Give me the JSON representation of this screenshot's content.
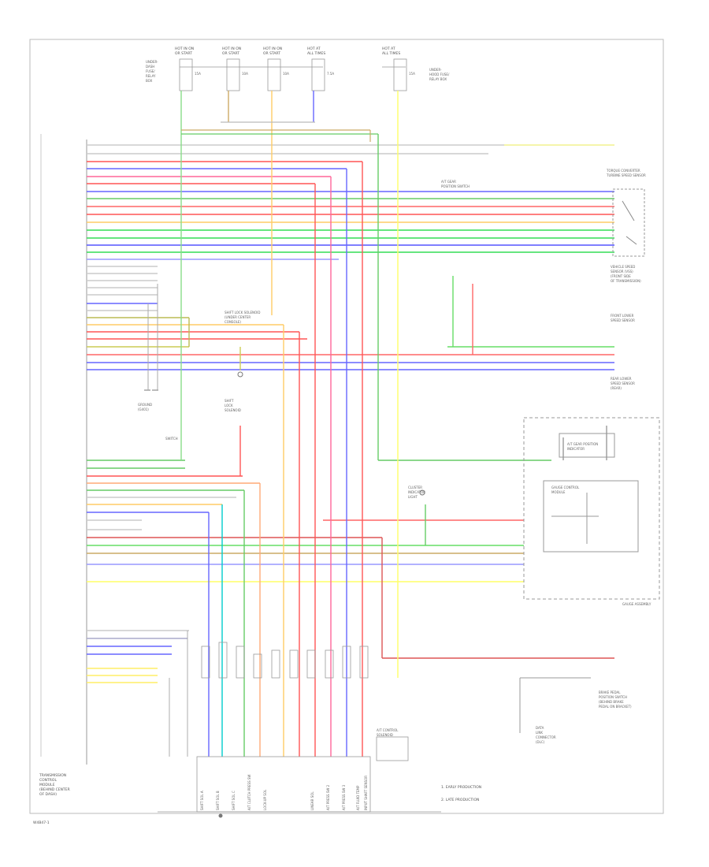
{
  "diagram": {
    "figure_id": "W4B47-1",
    "module_label": [
      "TRANSMISSION",
      "CONTROL",
      "MODULE",
      "(BEHIND CENTER",
      "OF DASH)"
    ],
    "top_fuses": [
      [
        "HOT IN ON",
        "OR START"
      ],
      [
        "HOT IN ON",
        "OR START"
      ],
      [
        "HOT IN ON",
        "OR START"
      ],
      [
        "HOT AT",
        "ALL TIMES"
      ],
      [
        "HOT AT",
        "ALL TIMES"
      ]
    ],
    "top_fuse_values": [
      "15A",
      "10A",
      "10A",
      "7.5A",
      "15A"
    ],
    "top_left_note": [
      "UNDER-",
      "DASH",
      "FUSE/",
      "RELAY",
      "BOX"
    ],
    "top_right_note": [
      "UNDER-",
      "HOOD FUSE/",
      "RELAY BOX"
    ],
    "right_labels": {
      "torque_converter": [
        "TORQUE CONVERTER",
        "TURBINE SPEED SENSOR"
      ],
      "switch_a": [
        "A/T GEAR",
        "POSITION SWITCH"
      ],
      "vss": [
        "VEHICLE SPEED",
        "SENSOR (VSS)",
        "(FRONT SIDE",
        "OF TRANSMISSION)"
      ],
      "front_wheel": [
        "FRONT LOWER",
        "SPEED SENSOR"
      ],
      "rear_wheel": [
        "REAR LOWER",
        "SPEED SENSOR",
        "(REAR)"
      ],
      "gauge": [
        "A/T GEAR POSITION",
        "INDICATOR"
      ],
      "cluster": [
        "GAUGE CONTROL",
        "MODULE"
      ],
      "cluster_box": "GAUGE ASSEMBLY",
      "brake": [
        "BRAKE PEDAL",
        "POSITION SWITCH",
        "(BEHIND BRAKE",
        "PEDAL ON BRACKET)"
      ],
      "dlc": [
        "DATA",
        "LINK",
        "CONNECTOR",
        "(DLC)"
      ]
    },
    "center_labels": {
      "gear_switch": [
        "SHIFT LOCK SOLENOID",
        "(UNDER CENTER",
        "CONSOLE)"
      ],
      "ground_a": [
        "GROUND",
        "(G401)"
      ],
      "ground_b": [
        "SHIFT",
        "LOCK",
        "SOLENOID"
      ],
      "ground_c": [
        "SWITCH"
      ],
      "indicator": [
        "CLUSTER",
        "INDICATOR",
        "LIGHT"
      ]
    },
    "bottom_solenoids": [
      "SHIFT SOL A",
      "SHIFT SOL B",
      "SHIFT SOL C",
      "A/T CLUTCH PRESS SW",
      "LOCK-UP SOL",
      "LINEAR SOL",
      "A/T PRESS SW 2",
      "A/T PRESS SW 3",
      "A/T FLUID TEMP",
      "INPUT SHAFT SENSOR"
    ],
    "bottom_block_label": [
      "A/T CONTROL",
      "SOLENOID"
    ],
    "legend": [
      "1. EARLY PRODUCTION",
      "2. LATE PRODUCTION"
    ]
  }
}
